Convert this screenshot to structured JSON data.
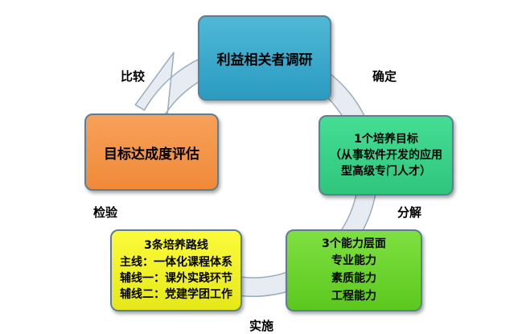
{
  "diagram": {
    "type": "cycle",
    "nodes": {
      "top": {
        "lines": [
          "利益相关者调研"
        ]
      },
      "right": {
        "lines": [
          "1个培养目标",
          "（从事软件开发的应用",
          "型高级专门人才）"
        ]
      },
      "bottom_right": {
        "lines": [
          "3个能力层面",
          "专业能力",
          "素质能力",
          "工程能力"
        ]
      },
      "bottom_left": {
        "lines": [
          "3条培养路线",
          "主线：一体化课程体系",
          "辅线一：课外实践环节",
          "辅线二：党建学团工作"
        ]
      },
      "left": {
        "lines": [
          "目标达成度评估"
        ]
      }
    },
    "edges": {
      "top_to_right": "确定",
      "right_to_bottom_right": "分解",
      "bottom_right_to_bottom_left": "实施",
      "bottom_left_to_left": "检验",
      "left_to_top": "比较"
    }
  },
  "colors": {
    "ring": "#e6ecf2",
    "ring_border": "#9aacbd",
    "node_border": "#5e7e93",
    "top": "#2ea9cf",
    "right": "#3cd488",
    "bottom_right": "#6ad32c",
    "bottom_left": "#f2f22a",
    "left": "#f39548"
  }
}
